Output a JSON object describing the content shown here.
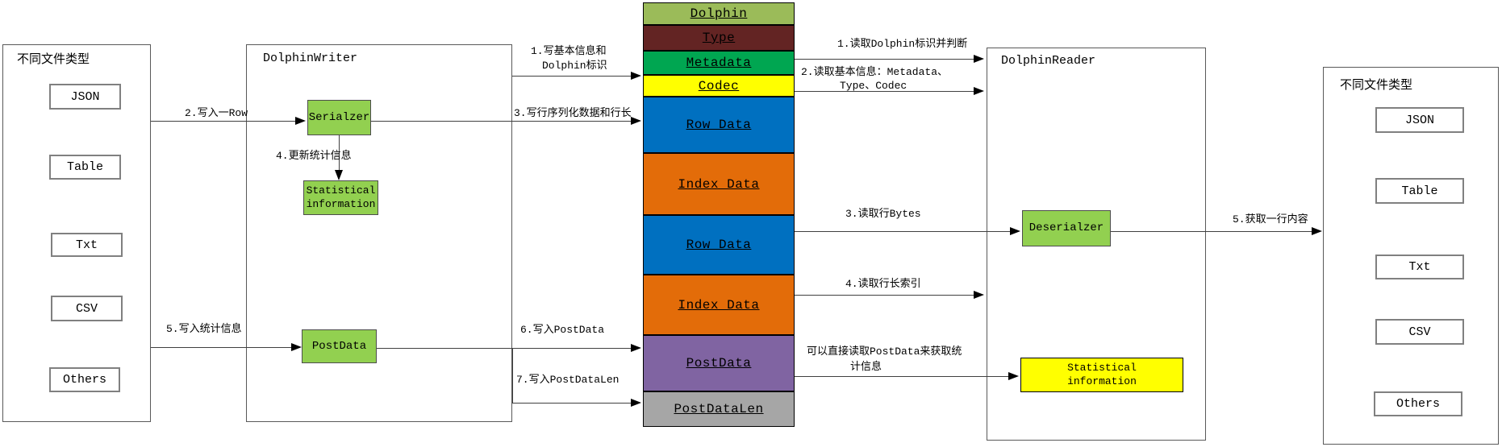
{
  "left_panel": {
    "title": "不同文件类型",
    "items": [
      "JSON",
      "Table",
      "Txt",
      "CSV",
      "Others"
    ]
  },
  "writer_panel": {
    "title": "DolphinWriter",
    "serializer_label": "Serialzer",
    "statistics_line1": "Statistical",
    "statistics_line2": "information",
    "postdata_label": "PostData"
  },
  "file_stack": {
    "segments": [
      {
        "label": "Dolphin",
        "color": "#9BBB59"
      },
      {
        "label": "Type",
        "color": "#632423"
      },
      {
        "label": "Metadata",
        "color": "#00A651"
      },
      {
        "label": "Codec",
        "color": "#FFFF00"
      },
      {
        "label": "Row Data",
        "color": "#0070C0"
      },
      {
        "label": "Index Data",
        "color": "#E36C09"
      },
      {
        "label": "Row Data",
        "color": "#0070C0"
      },
      {
        "label": "Index Data",
        "color": "#E36C09"
      },
      {
        "label": "PostData",
        "color": "#8064A2"
      },
      {
        "label": "PostDataLen",
        "color": "#A6A6A6"
      }
    ]
  },
  "reader_panel": {
    "title": "DolphinReader",
    "deserializer_label": "Deserialzer",
    "statistics_line1": "Statistical",
    "statistics_line2": "information"
  },
  "right_panel": {
    "title": "不同文件类型",
    "items": [
      "JSON",
      "Table",
      "Txt",
      "CSV",
      "Others"
    ]
  },
  "write_flow": {
    "step1_line1": "1.写基本信息和",
    "step1_line2": "Dolphin标识",
    "step2": "2.写入一Row",
    "step3": "3.写行序列化数据和行长",
    "step4": "4.更新统计信息",
    "step5": "5.写入统计信息",
    "step6": "6.写入PostData",
    "step7": "7.写入PostDataLen"
  },
  "read_flow": {
    "step1": "1.读取Dolphin标识并判断",
    "step2_line1": "2.读取基本信息：Metadata、",
    "step2_line2": "Type、Codec",
    "step3": "3.读取行Bytes",
    "step4": "4.读取行长索引",
    "step5": "5.获取一行内容",
    "note_line1": "可以直接读取PostData来获取统",
    "note_line2": "计信息"
  },
  "colors": {
    "process_box": "#92D050",
    "reader_statistics_box": "#FFFF00"
  }
}
